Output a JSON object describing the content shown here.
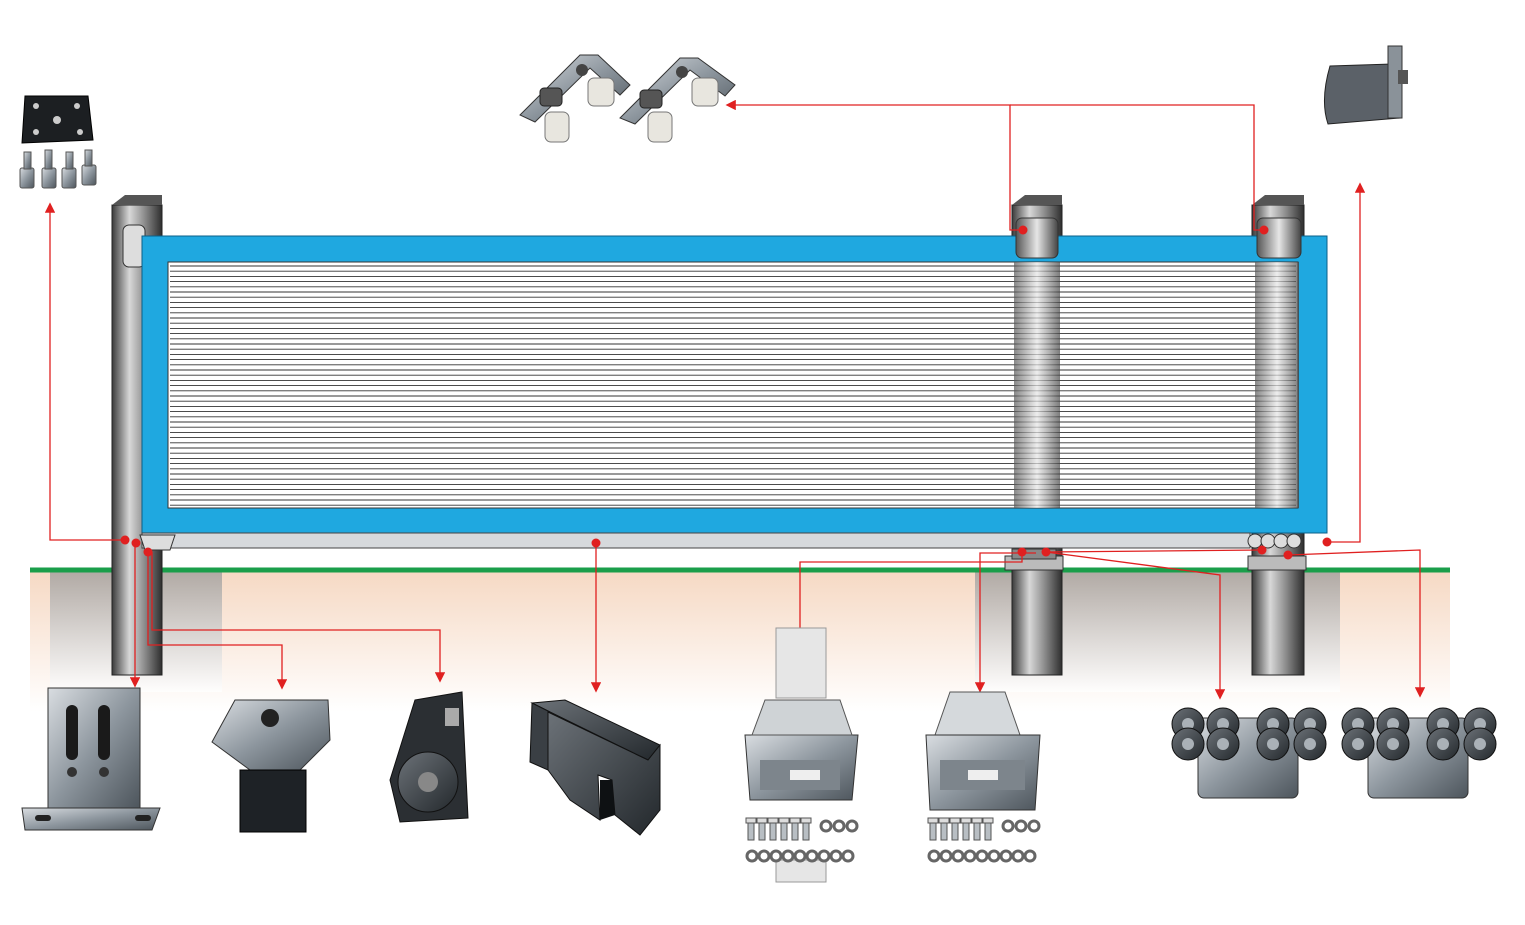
{
  "diagram": {
    "type": "cantilever-sliding-gate-kit",
    "colors": {
      "gate_frame": "#1fa8e0",
      "leader_line": "#e02020",
      "ground_line": "#1a9e4a",
      "post": "#6b6b6b",
      "metal": "#9aa3ab"
    },
    "parts": [
      {
        "id": "end-catcher-plate",
        "icon": "bolted-plate-with-screws"
      },
      {
        "id": "top-guide-roller",
        "icon": "top-guide-roller-bracket",
        "count": 2
      },
      {
        "id": "end-cap",
        "icon": "rail-end-cap"
      },
      {
        "id": "bottom-catcher-bracket",
        "icon": "slotted-bracket"
      },
      {
        "id": "top-catcher",
        "icon": "catcher-cup"
      },
      {
        "id": "support-wheel",
        "icon": "guide-wheel"
      },
      {
        "id": "track-rail",
        "icon": "c-profile-rail"
      },
      {
        "id": "carriage-mount-with-post",
        "icon": "adjustable-base-plate-with-post"
      },
      {
        "id": "carriage-mount",
        "icon": "adjustable-base-plate"
      },
      {
        "id": "roller-carriage",
        "icon": "eight-wheel-carriage",
        "count": 2
      }
    ]
  }
}
